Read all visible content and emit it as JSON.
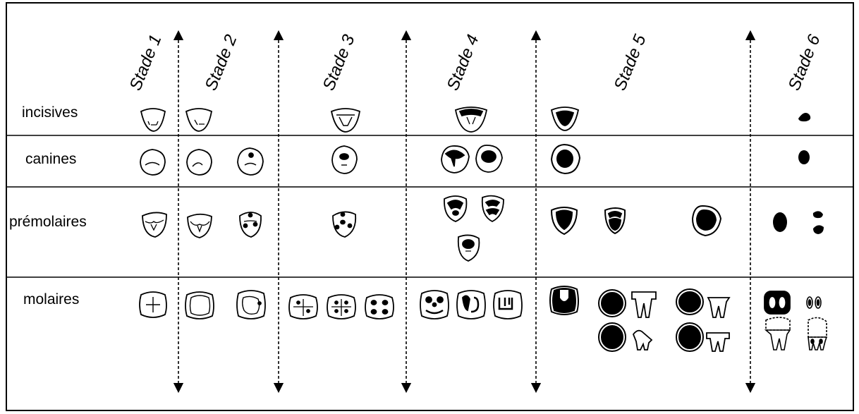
{
  "stages": [
    "Stade 1",
    "Stade 2",
    "Stade 3",
    "Stade 4",
    "Stade 5",
    "Stade 6"
  ],
  "tooth_types": [
    "incisives",
    "canines",
    "prémolaires",
    "molaires"
  ],
  "colors": {
    "line": "#000000",
    "background": "#ffffff",
    "fill": "#000000"
  }
}
